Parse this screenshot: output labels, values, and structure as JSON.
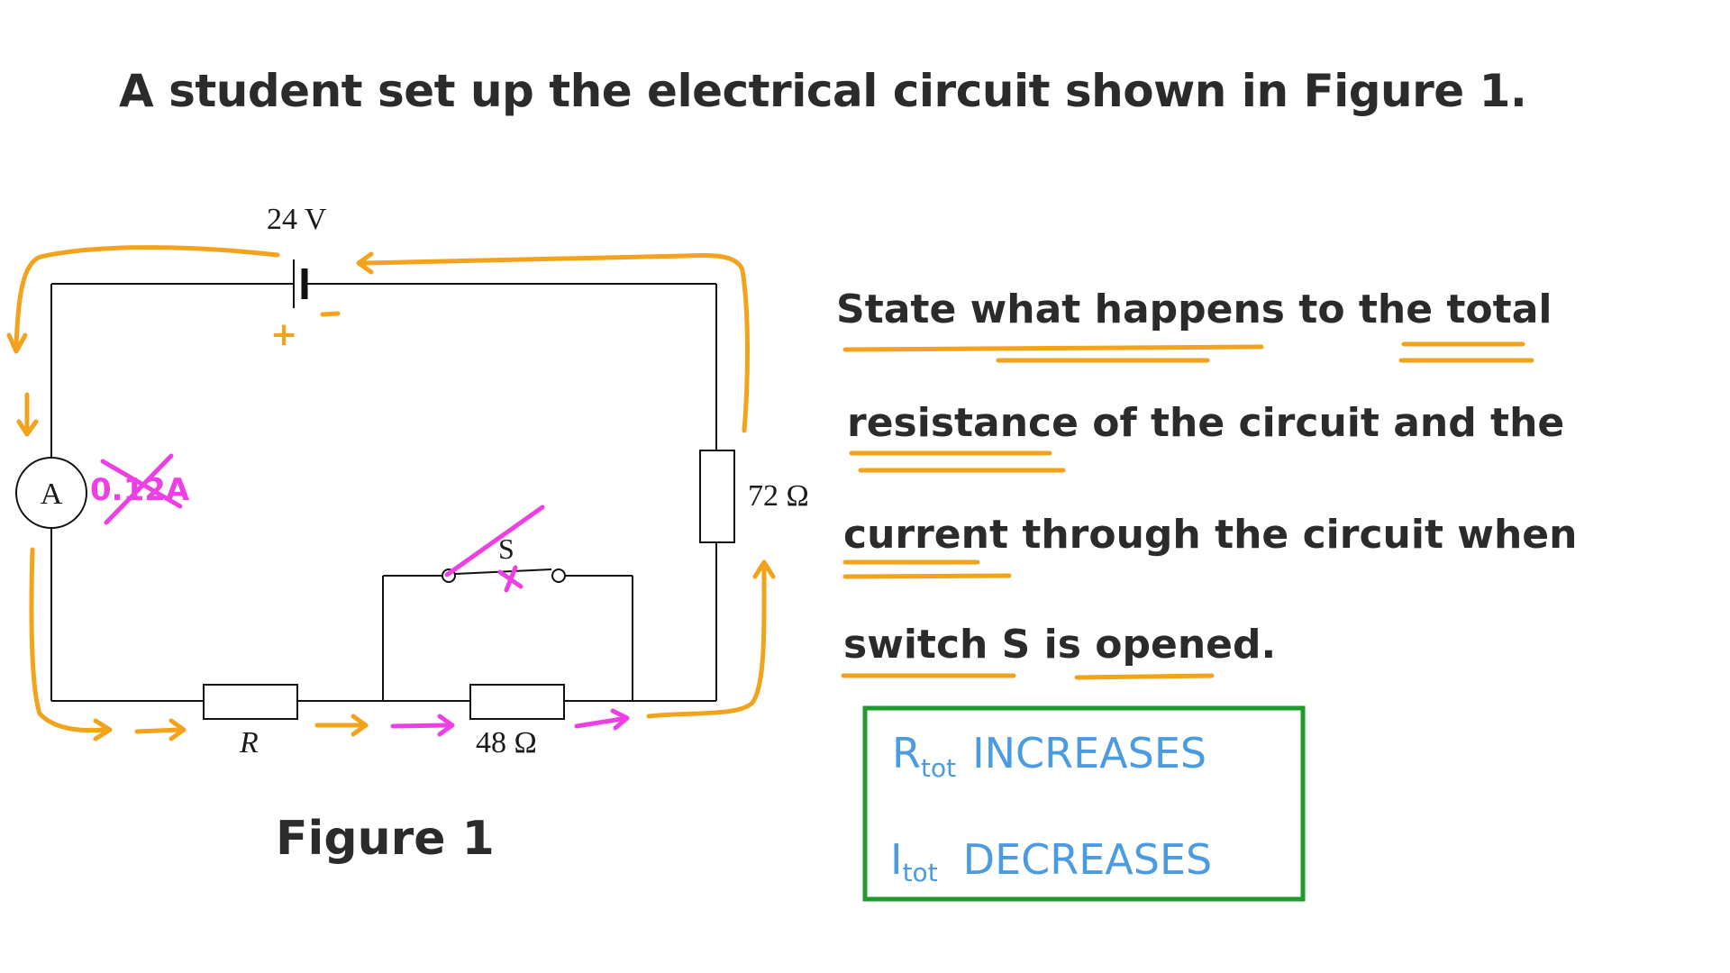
{
  "heading": "A student set up the electrical circuit shown in Figure 1.",
  "circuit": {
    "battery_voltage": "24 V",
    "battery_plus": "+",
    "battery_minus": "-",
    "ammeter_symbol": "A",
    "ammeter_reading_crossed": "0.12A",
    "switch_label": "S",
    "resistor_r_label": "R",
    "resistor_48_label": "48 Ω",
    "resistor_72_label": "72 Ω"
  },
  "figure_caption": "Figure 1",
  "question_lines": [
    "State what happens to the total",
    "resistance of the circuit and the",
    "current through the circuit when",
    "switch S is opened."
  ],
  "answer": {
    "line1_symbol": "R",
    "line1_sub": "tot",
    "line1_text": "INCREASES",
    "line2_symbol": "I",
    "line2_sub": "tot",
    "line2_text": "DECREASES"
  },
  "colors": {
    "annotation_orange": "#f2a21b",
    "annotation_magenta": "#ee3fe4",
    "answer_blue": "#4a9be0",
    "answer_box_green": "#1f9a2d"
  }
}
